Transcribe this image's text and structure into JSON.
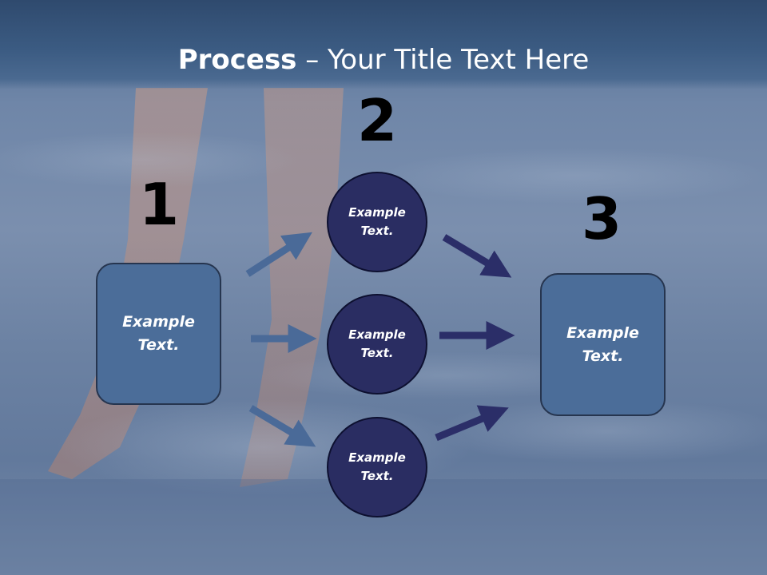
{
  "slide": {
    "title_bold": "Process",
    "title_rest": " – Your Title Text Here"
  },
  "steps": {
    "one": "1",
    "two": "2",
    "three": "3"
  },
  "nodes": {
    "left_box": "Example\nText.",
    "circle_top": "Example\nText.",
    "circle_middle": "Example\nText.",
    "circle_bottom": "Example\nText.",
    "right_box": "Example\nText."
  },
  "colors": {
    "box_fill": "#4b6d99",
    "circle_fill": "#2a2d62",
    "left_arrow": "#4a6a98",
    "right_arrow": "#2b2e68",
    "title_text": "#ffffff"
  }
}
